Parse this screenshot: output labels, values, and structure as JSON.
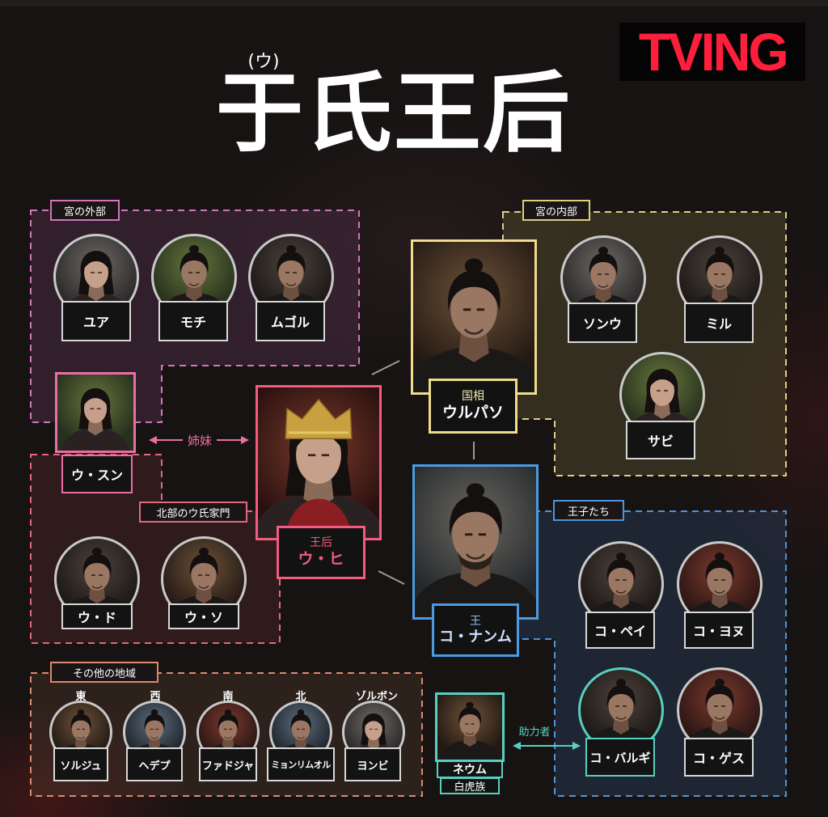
{
  "logo": {
    "text": "TVING"
  },
  "title": {
    "ruby": "(ウ)",
    "main": "于氏王后"
  },
  "groups": {
    "outer_palace": {
      "label": "宮の外部",
      "members": [
        {
          "name": "ユア"
        },
        {
          "name": "モチ"
        },
        {
          "name": "ムゴル"
        }
      ]
    },
    "inner_palace": {
      "label": "宮の内部",
      "members": [
        {
          "name": "ソンウ"
        },
        {
          "name": "ミル"
        },
        {
          "name": "サビ"
        }
      ]
    },
    "north_clan": {
      "label": "北部のウ氏家門",
      "members": [
        {
          "name": "ウ・ド"
        },
        {
          "name": "ウ・ソ"
        }
      ]
    },
    "princes": {
      "label": "王子たち",
      "members": [
        {
          "name": "コ・ペイ"
        },
        {
          "name": "コ・ヨヌ"
        },
        {
          "name": "コ・バルギ"
        },
        {
          "name": "コ・ゲス"
        }
      ]
    },
    "other_regions": {
      "label": "その他の地域",
      "members": [
        {
          "region": "東",
          "name": "ソルジュ"
        },
        {
          "region": "西",
          "name": "ヘデプ"
        },
        {
          "region": "南",
          "name": "ファドジャ"
        },
        {
          "region": "北",
          "name": "ミョンリムオル"
        },
        {
          "region": "ゾルボン",
          "name": "ヨンビ"
        }
      ]
    }
  },
  "main_characters": {
    "prime_minister": {
      "role": "国相",
      "name": "ウルパソ"
    },
    "queen": {
      "role": "王后",
      "name": "ウ・ヒ"
    },
    "king": {
      "role": "王",
      "name": "コ・ナンム"
    },
    "sister": {
      "name": "ウ・スン"
    },
    "ally": {
      "name": "ネウム",
      "tribe": "白虎族"
    }
  },
  "relations": {
    "sisters": {
      "label": "姉妹"
    },
    "helper": {
      "label": "助力者"
    }
  },
  "colors": {
    "outer_palace": "#d275bd",
    "inner_palace": "#dccf84",
    "north_clan": "#e2687c",
    "princes": "#4f93d8",
    "other_regions": "#d98a6e",
    "sister": "#ea6ea4",
    "queen": "#f25c7e",
    "prime_minister": "#f0dc8c",
    "king": "#4a9be2",
    "ally": "#58d0bf",
    "logo": "#ff1e3c",
    "background": "#171313"
  }
}
